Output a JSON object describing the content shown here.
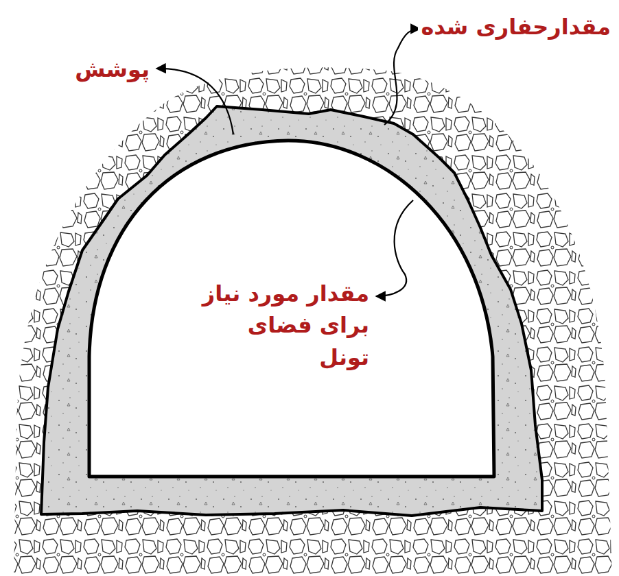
{
  "diagram": {
    "labels": [
      "پوشش",
      "مقدارحفاری شده",
      "مقدار مورد نیاز برای فضای تونل"
    ]
  }
}
